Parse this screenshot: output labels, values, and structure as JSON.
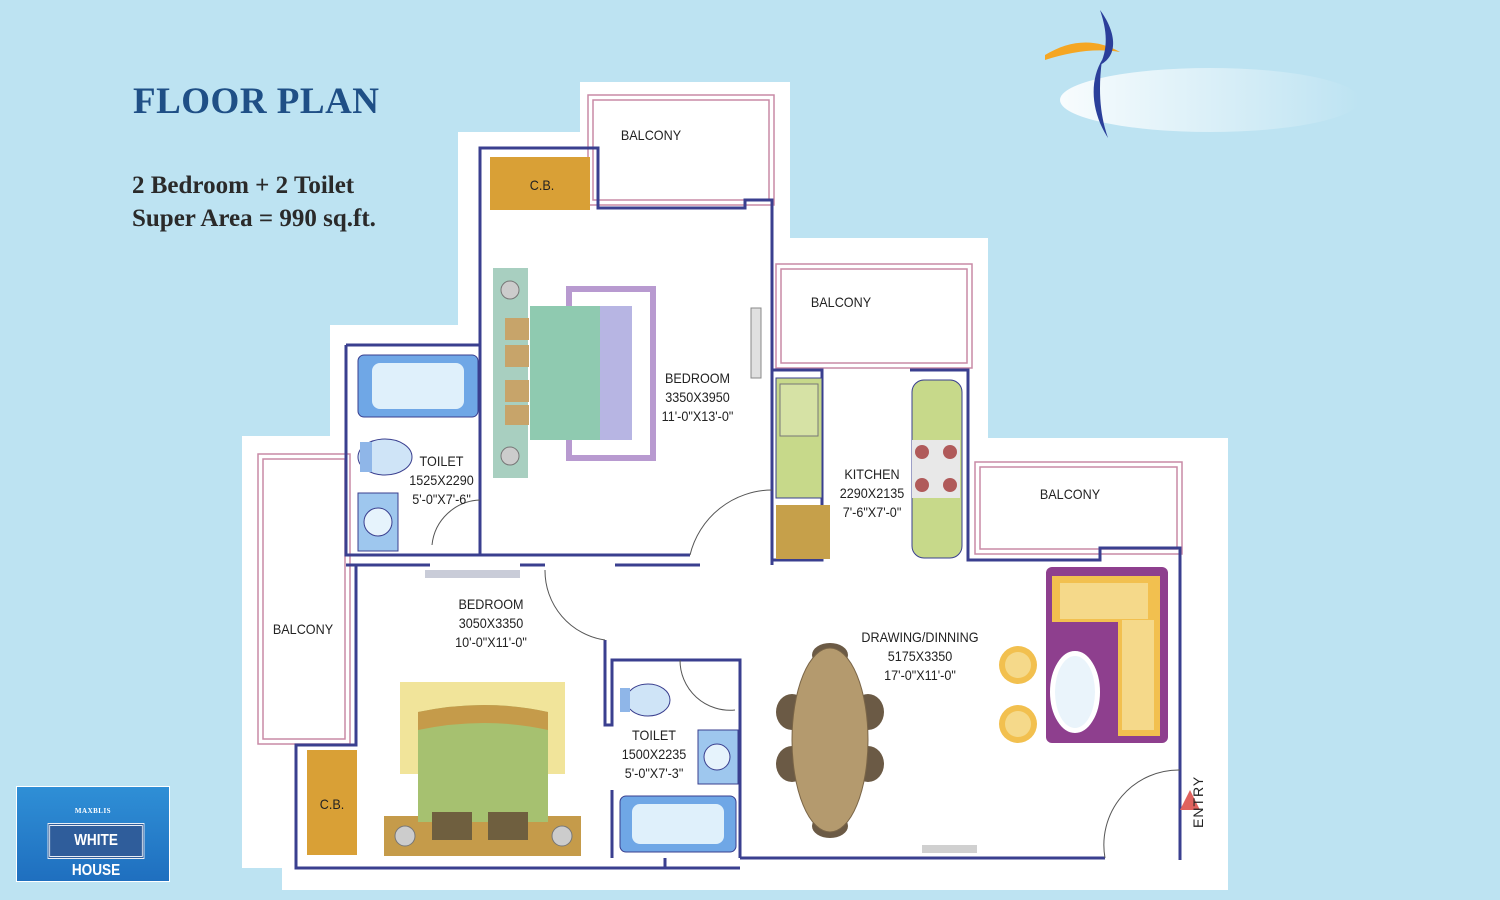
{
  "title": "FLOOR PLAN",
  "config": "2 Bedroom + 2 Toilet",
  "area": "Super Area = 990 sq.ft.",
  "rooms": {
    "balcony_top": "BALCONY",
    "balcony_mid": "BALCONY",
    "balcony_right": "BALCONY",
    "balcony_left": "BALCONY",
    "cb_top": "C.B.",
    "cb_bottom": "C.B.",
    "bedroom1": {
      "name": "BEDROOM",
      "mm": "3350X3950",
      "ft": "11'-0\"X13'-0\""
    },
    "bedroom2": {
      "name": "BEDROOM",
      "mm": "3050X3350",
      "ft": "10'-0\"X11'-0\""
    },
    "toilet1": {
      "name": "TOILET",
      "mm": "1525X2290",
      "ft": "5'-0\"X7'-6\""
    },
    "toilet2": {
      "name": "TOILET",
      "mm": "1500X2235",
      "ft": "5'-0\"X7'-3\""
    },
    "kitchen": {
      "name": "KITCHEN",
      "mm": "2290X2135",
      "ft": "7'-6\"X7'-0\""
    },
    "drawing": {
      "name": "DRAWING/DINNING",
      "mm": "5175X3350",
      "ft": "17'-0\"X11'-0\""
    },
    "entry": "ENTRY"
  },
  "badge": {
    "brand": "MAXBLIS",
    "name": "WHITE HOUSE"
  },
  "colors": {
    "background": "#bde3f2",
    "heading": "#1f4f86",
    "wall": "#3a3f8f",
    "balcony_rail": "#c98aa6",
    "cupboard": "#d9a036",
    "counter": "#c7d98a"
  }
}
